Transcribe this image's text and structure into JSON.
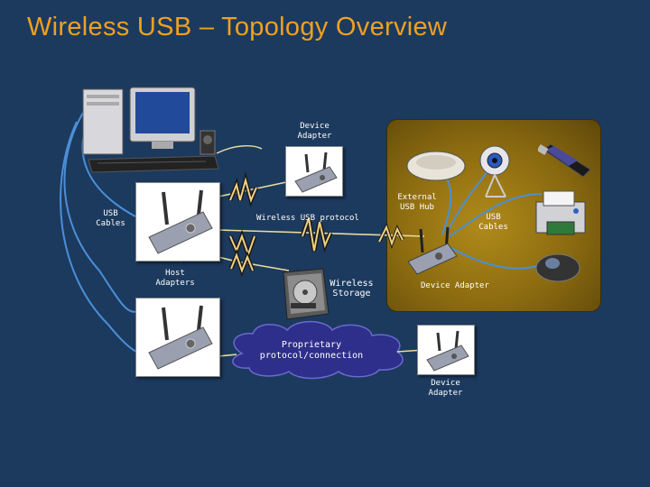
{
  "title": "Wireless USB – Topology Overview",
  "labels": {
    "device_adapter_top": "Device\nAdapter",
    "usb_cables_left": "USB\nCables",
    "wireless_usb_protocol": "Wireless USB protocol",
    "external_usb_hub": "External\nUSB Hub",
    "usb_cables_right": "USB\nCables",
    "host_adapters": "Host\nAdapters",
    "wireless_storage": "Wireless\nStorage",
    "device_adapter_right": "Device Adapter",
    "proprietary": "Proprietary\nprotocol/connection",
    "device_adapter_bottom": "Device\nAdapter"
  },
  "colors": {
    "background": "#1c3a5e",
    "title": "#f0a020",
    "usb_cable": "#4a8fd8",
    "wire": "#e8dca0",
    "lightning": "#f0d080",
    "gold_panel": "#8a6a10",
    "cloud": "#2e2f8a"
  }
}
